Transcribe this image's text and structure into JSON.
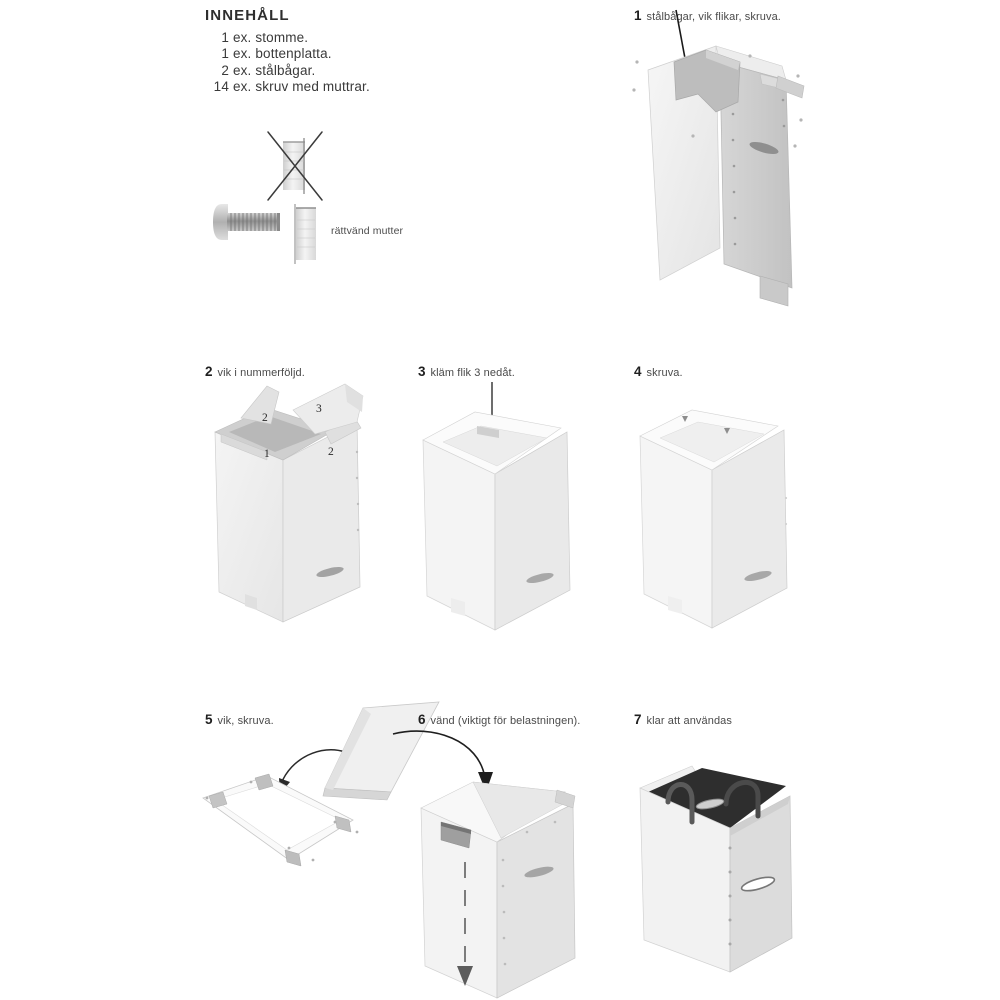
{
  "document": {
    "language": "sv",
    "kind": "flat-pack-assembly-instructions"
  },
  "contents": {
    "heading": "INNEHÅLL",
    "items": [
      {
        "qty": "1",
        "unit": "ex.",
        "name": "stomme."
      },
      {
        "qty": "1",
        "unit": "ex.",
        "name": "bottenplatta."
      },
      {
        "qty": "2",
        "unit": "ex.",
        "name": "stålbågar."
      },
      {
        "qty": "14",
        "unit": "ex.",
        "name": "skruv med muttrar."
      }
    ]
  },
  "hardware": {
    "correct_nut_label": "rättvänd mutter",
    "wrong_nut_marked_out": true
  },
  "steps": [
    {
      "num": "1",
      "caption": "stålbågar, vik flikar, skruva."
    },
    {
      "num": "2",
      "caption": "vik i nummerföljd."
    },
    {
      "num": "3",
      "caption": "kläm flik 3 nedåt."
    },
    {
      "num": "4",
      "caption": "skruva."
    },
    {
      "num": "5",
      "caption": "vik, skruva."
    },
    {
      "num": "6",
      "caption": "vänd (viktigt för belastningen)."
    },
    {
      "num": "7",
      "caption": "klar att användas"
    }
  ],
  "fold_order_labels": [
    "1",
    "2",
    "2",
    "3"
  ],
  "colors": {
    "page_background": "#ffffff",
    "text": "#2b2b2b",
    "caption_text": "#4a4a4a",
    "panel_light": "#f2f2f2",
    "panel_mid": "#e2e2e2",
    "panel_shade": "#cfcfcf",
    "panel_dark": "#b4b4b4",
    "interior_dark": "#2f2f2f",
    "metal": "#9a9a9a",
    "arrow": "#1e1e1e"
  }
}
